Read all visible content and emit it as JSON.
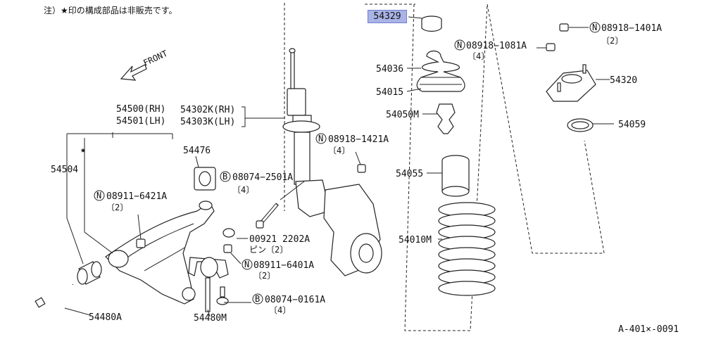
{
  "note": "注）★印の構成部品は非販売です。",
  "diagram_code": "A-401×-0091",
  "front_label": "FRONT",
  "star": "★",
  "parts": {
    "p54329": "54329",
    "p54036": "54036",
    "p54015": "54015",
    "p54050M": "54050M",
    "p54055": "54055",
    "p54010M": "54010M",
    "p54320": "54320",
    "p54059": "54059",
    "n08918_1401A": "08918−1401A",
    "n08918_1401A_qty": "〔2〕",
    "n08918_1081A": "08918−1081A",
    "n08918_1081A_qty": "〔4〕",
    "n08918_1421A": "08918−1421A",
    "n08918_1421A_qty": "〔4〕",
    "b08074_2501A": "08074−2501A",
    "b08074_2501A_qty": "〔4〕",
    "n08911_6421A": "08911−6421A",
    "n08911_6421A_qty": "〔2〕",
    "p00921": "00921 2202A",
    "p00921_sub": "ピン〔2〕",
    "n08911_6401A": "08911−6401A",
    "n08911_6401A_qty": "〔2〕",
    "b08074_0161A": "08074−0161A",
    "b08074_0161A_qty": "〔4〕",
    "p54500": "54500(RH)",
    "p54501": "54501(LH)",
    "p54302K": "54302K(RH)",
    "p54303K": "54303K(LH)",
    "p54476": "54476",
    "p54504": "54504",
    "p54480A": "54480A",
    "p54480M": "54480M"
  },
  "prefix": {
    "N": "N",
    "B": "B"
  },
  "colors": {
    "highlight": "#a9b3e6",
    "ink": "#222222"
  }
}
